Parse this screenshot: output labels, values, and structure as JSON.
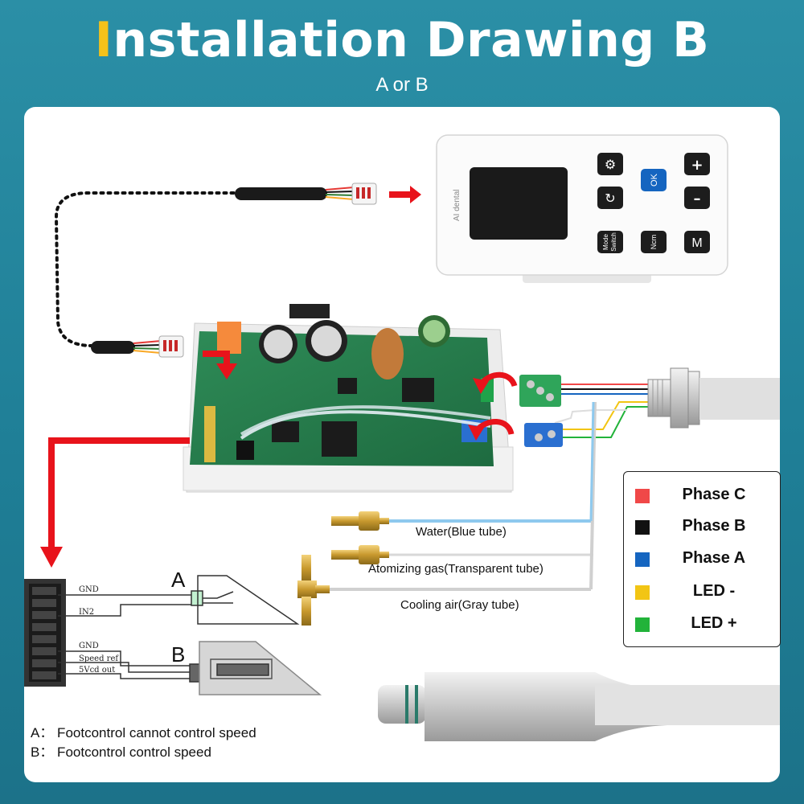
{
  "header": {
    "title_first_letter": "I",
    "title_rest": "nstallation Drawing B",
    "subtitle": "A or B"
  },
  "controller": {
    "brand_text": "AI dental",
    "buttons": {
      "ok": "OK",
      "plus": "+",
      "minus": "–",
      "mode_switch_line1": "Mode",
      "mode_switch_line2": "Switch",
      "ncm": "Ncm",
      "m": "M"
    }
  },
  "tubes": {
    "water": "Water(Blue tube)",
    "atomizing": "Atomizing gas(Transparent tube)",
    "cooling": "Cooling air(Gray tube)"
  },
  "legend": {
    "items": [
      {
        "label": "Phase C",
        "color": "#f04848"
      },
      {
        "label": "Phase B",
        "color": "#111111"
      },
      {
        "label": "Phase A",
        "color": "#1565c0"
      },
      {
        "label": "LED -",
        "color": "#f2c514"
      },
      {
        "label": "LED +",
        "color": "#22b33a"
      }
    ]
  },
  "footcontrol": {
    "option_a_letter": "A",
    "option_b_letter": "B",
    "pins_a": [
      "GND",
      "IN2"
    ],
    "pins_b": [
      "GND",
      "Speed ref",
      "5Vcd out"
    ]
  },
  "notes": {
    "a": "A： Footcontrol cannot control speed",
    "b": "B： Footcontrol control speed"
  },
  "colors": {
    "accent_arrow": "#e8131b",
    "title_accent": "#f4c21a",
    "background": "#2088a0"
  }
}
